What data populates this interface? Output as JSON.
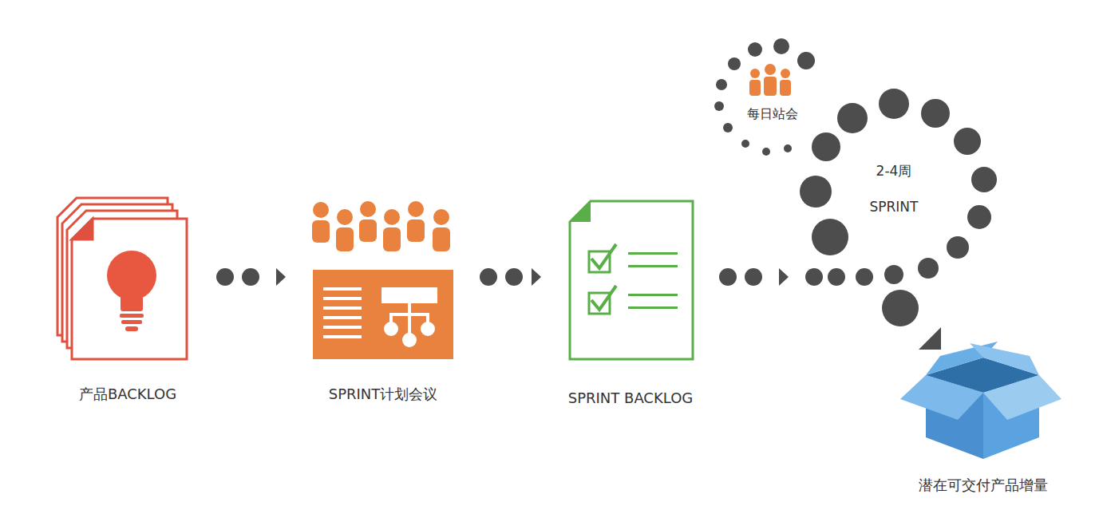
{
  "diagram": {
    "nodes": [
      {
        "text": [
          "产品BACKLOG"
        ]
      },
      {
        "text": [
          "SPRINT计划会议"
        ]
      },
      {
        "text": [
          "SPRINT BACKLOG"
        ]
      },
      {
        "text": [
          "2-4周",
          "SPRINT"
        ]
      },
      {
        "text": [
          "每日站会"
        ]
      },
      {
        "text": [
          "潜在可交付产品增量"
        ]
      }
    ],
    "edges": [
      {
        "from": 0,
        "to": 1,
        "arrow": "to"
      },
      {
        "from": 1,
        "to": 2,
        "arrow": "to"
      },
      {
        "from": 2,
        "to": 3,
        "arrow": "to"
      },
      {
        "from": 3,
        "to": 5,
        "arrow": "to"
      }
    ]
  }
}
